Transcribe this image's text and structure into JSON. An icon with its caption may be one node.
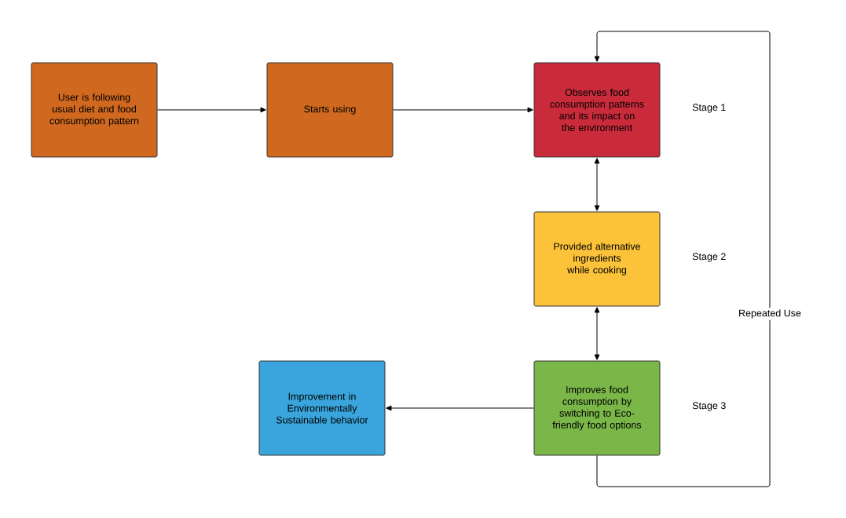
{
  "diagram": {
    "nodes": [
      {
        "text": [
          "User is following usual diet and food consumption pattern"
        ]
      },
      {
        "text": [
          "Starts using"
        ]
      },
      {
        "text": [
          "Observes food consumption patterns and its impact on the environment"
        ],
        "beside": [
          "Stage 1"
        ]
      },
      {
        "text": [
          "Provided alternative ingredients while cooking"
        ],
        "beside": [
          "Stage 2"
        ]
      },
      {
        "text": [
          "Improves food consumption by switching to Eco-friendly food options"
        ],
        "beside": [
          "Stage 3"
        ]
      },
      {
        "text": [
          "Improvement in Environmentally Sustainable behavior"
        ]
      }
    ],
    "edges": [
      {
        "from": 0,
        "to": 1,
        "arrow": "to"
      },
      {
        "from": 1,
        "to": 2,
        "arrow": "to"
      },
      {
        "from": 2,
        "to": 3,
        "arrow": "both"
      },
      {
        "from": 3,
        "to": 4,
        "arrow": "both"
      },
      {
        "from": 4,
        "to": 5,
        "arrow": "to"
      },
      {
        "from": 4,
        "to": 2,
        "arrow": "to",
        "label": "Repeated Use"
      }
    ]
  }
}
